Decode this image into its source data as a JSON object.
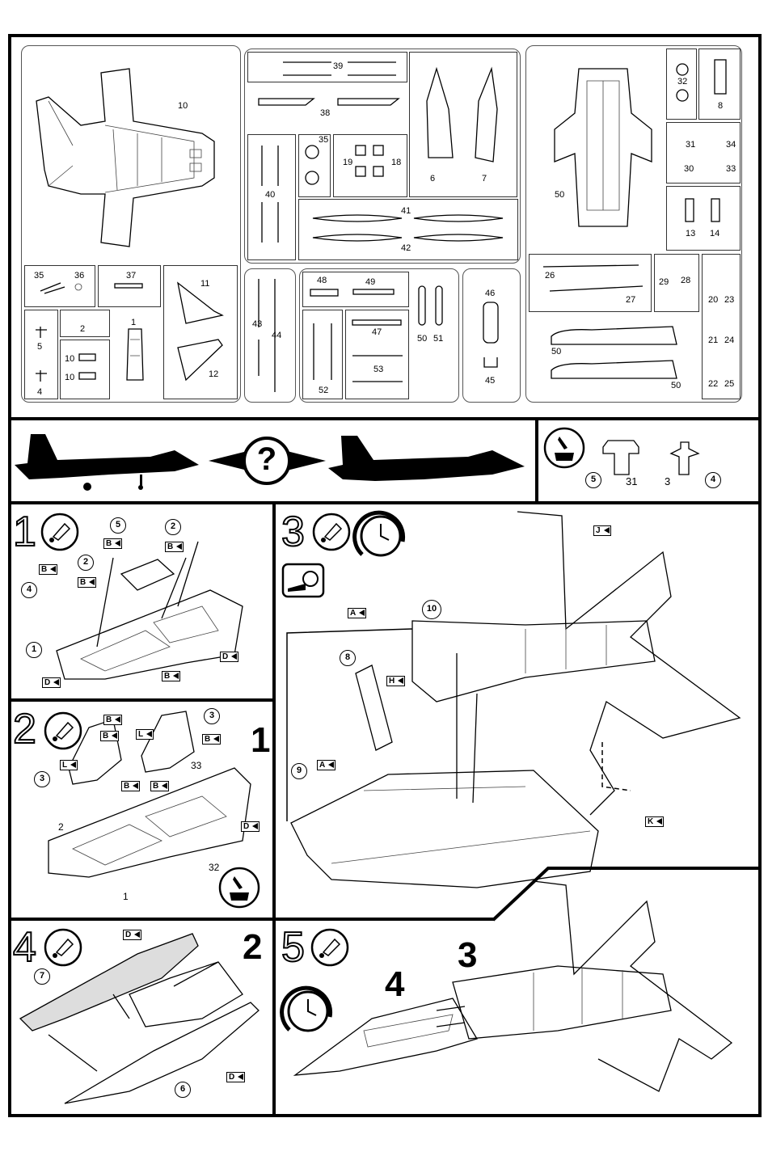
{
  "sprue_labels": {
    "p10": "10",
    "p35a": "35",
    "p36": "36",
    "p37": "37",
    "p11": "11",
    "p5": "5",
    "p2": "2",
    "p1": "1",
    "p12": "12",
    "p4": "4",
    "p10a": "10",
    "p10b": "10",
    "p39": "39",
    "p38": "38",
    "p35": "35",
    "p19": "19",
    "p18": "18",
    "p40": "40",
    "p41": "41",
    "p42": "42",
    "p6": "6",
    "p7": "7",
    "p43": "43",
    "p44": "44",
    "p48": "48",
    "p49": "49",
    "p47": "47",
    "p53": "53",
    "p52": "52",
    "p50a": "50",
    "p51": "51",
    "p46": "46",
    "p45": "45",
    "p32": "32",
    "p8": "8",
    "p31": "31",
    "p34": "34",
    "p30": "30",
    "p33": "33",
    "p50b": "50",
    "p13": "13",
    "p14": "14",
    "p26": "26",
    "p27": "27",
    "p29": "29",
    "p28": "28",
    "p20": "20",
    "p23": "23",
    "p21": "21",
    "p24": "24",
    "p22": "22",
    "p25": "25",
    "p50c": "50",
    "p50d": "50"
  },
  "banner": {
    "question_mark": "?",
    "opt_left_5": "5",
    "opt_left_31": "31",
    "opt_right_3": "3",
    "opt_right_4": "4"
  },
  "steps": [
    {
      "number": "1",
      "parts": {
        "c5": "5",
        "c2a": "2",
        "c2b": "2",
        "c4": "4",
        "c1": "1"
      },
      "flags": {
        "b1": "B",
        "b2": "B",
        "b3": "B",
        "b4": "B",
        "d1": "D",
        "d2": "D"
      }
    },
    {
      "number": "2",
      "big": "1",
      "parts": {
        "c3a": "3",
        "c3b": "3",
        "t33": "33",
        "t2": "2",
        "t32": "32",
        "t1": "1"
      },
      "flags": {
        "b1": "B",
        "b2": "B",
        "b3": "B",
        "l1": "L",
        "l2": "L",
        "b4": "B",
        "d1": "D"
      }
    },
    {
      "number": "3",
      "parts": {
        "c10": "10",
        "c8": "8",
        "c9": "9"
      },
      "flags": {
        "j": "J",
        "a1": "A",
        "h": "H",
        "a2": "A",
        "k": "K"
      }
    },
    {
      "number": "4",
      "big": "2",
      "parts": {
        "c7": "7",
        "c6": "6"
      },
      "flags": {
        "d1": "D",
        "d2": "D"
      }
    },
    {
      "number": "5",
      "big3": "3",
      "big4": "4"
    }
  ],
  "icons": [
    "glue-icon",
    "clock-icon",
    "tape-icon",
    "decal-icon",
    "tweezers-icon"
  ]
}
